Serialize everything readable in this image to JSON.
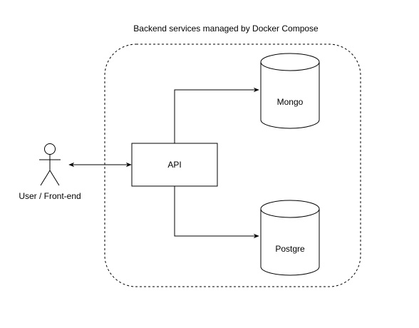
{
  "diagram": {
    "group_title": "Backend services managed by Docker Compose",
    "actor_label": "User / Front-end",
    "api_label": "API",
    "mongo_label": "Mongo",
    "postgre_label": "Postgre"
  },
  "colors": {
    "stroke": "#000000",
    "fill": "#ffffff",
    "text": "#000000"
  }
}
